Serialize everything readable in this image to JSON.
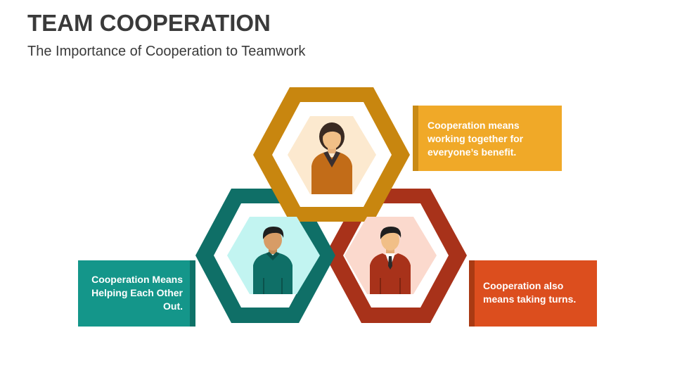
{
  "slide": {
    "title": "TEAM COOPERATION",
    "subtitle": "The Importance of Cooperation to Teamwork"
  },
  "callouts": {
    "top": "Cooperation means working together for everyone’s benefit.",
    "left": "Cooperation Means Helping Each Other Out.",
    "right": "Cooperation also means taking turns."
  },
  "colors": {
    "gold": "#c8860f",
    "teal": "#0f6f67",
    "rust": "#a8321a",
    "gold_box": "#f0a928",
    "teal_box": "#14968a",
    "orange_box": "#dc4e1e"
  },
  "icons": {
    "top": "woman-avatar-icon",
    "left": "man-avatar-icon",
    "right": "businessman-avatar-icon"
  }
}
